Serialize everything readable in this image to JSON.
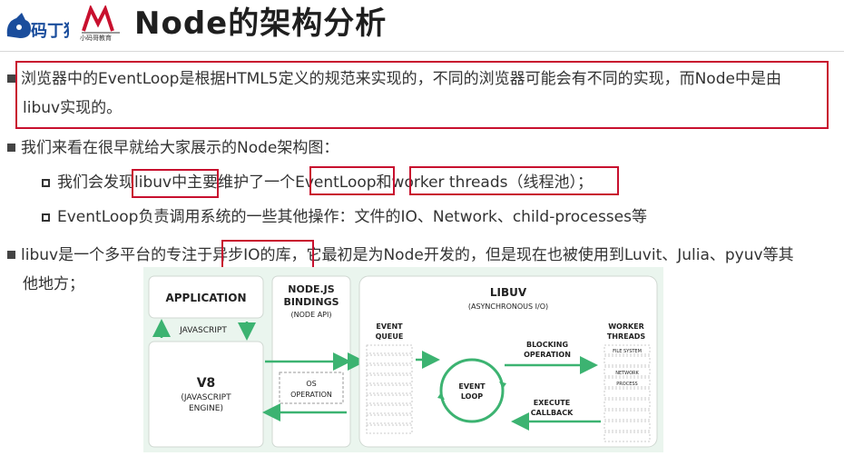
{
  "header": {
    "logo_text": "码丁猿",
    "brand_text": "小码哥教育",
    "title": "Node的架构分析"
  },
  "bullets": {
    "b1_line1": "浏览器中的EventLoop是根据HTML5定义的规范来实现的，不同的浏览器可能会有不同的实现，而Node中是由",
    "b1_line2": "libuv实现的。",
    "b2": "我们来看在很早就给大家展示的Node架构图：",
    "b2_sub1": "我们会发现libuv中主要维护了一个EventLoop和worker threads（线程池）；",
    "b2_sub2": "EventLoop负责调用系统的一些其他操作：文件的IO、Network、child-processes等",
    "b3_line1": "libuv是一个多平台的专注于异步IO的库，它最初是为Node开发的，但是现在也被使用到Luvit、Julia、pyuv等其",
    "b3_line2": "他地方；"
  },
  "diagram": {
    "application": "APPLICATION",
    "javascript": "JAVASCRIPT",
    "v8_title": "V8",
    "v8_sub1": "(JAVASCRIPT",
    "v8_sub2": "ENGINE)",
    "bindings1": "NODE.JS",
    "bindings2": "BINDINGS",
    "bindings3": "(NODE API)",
    "os1": "OS",
    "os2": "OPERATION",
    "libuv_title": "LIBUV",
    "libuv_sub": "(ASYNCHRONOUS I/O)",
    "event_queue1": "EVENT",
    "event_queue2": "QUEUE",
    "event_loop1": "EVENT",
    "event_loop2": "LOOP",
    "blocking1": "BLOCKING",
    "blocking2": "OPERATION",
    "execute1": "EXECUTE",
    "execute2": "CALLBACK",
    "worker1": "WORKER",
    "worker2": "THREADS",
    "ws1": "FILE SYSTEM",
    "ws2": "NETWORK",
    "ws3": "PROCESS"
  },
  "colors": {
    "highlight": "#c8102e",
    "arrow": "#3cb371",
    "diagram_bg": "#eaf5ee"
  }
}
